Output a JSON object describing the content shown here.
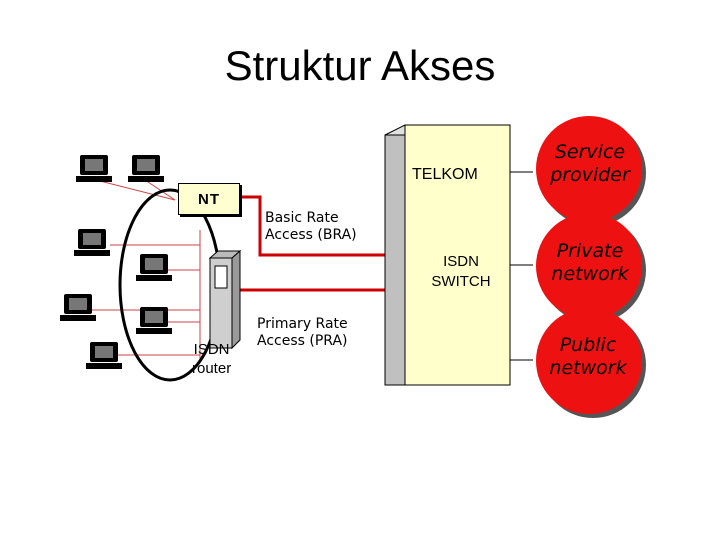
{
  "title": "Struktur Akses",
  "nt_label": "NT",
  "bra_label": [
    "Basic Rate",
    "Access (BRA)"
  ],
  "pra_label": [
    "Primary Rate",
    "Access (PRA)"
  ],
  "router_label": [
    "ISDN",
    "router"
  ],
  "telkom_label": "TELKOM",
  "switch_label": [
    "ISDN",
    "SWITCH"
  ],
  "clouds": [
    {
      "label": [
        "Service",
        "provider"
      ]
    },
    {
      "label": [
        "Private",
        "network"
      ]
    },
    {
      "label": [
        "Public",
        "network"
      ]
    }
  ],
  "colors": {
    "line_red": "#cc0000",
    "switch_fill": "#ffffcc",
    "cloud_fill": "#ee1111",
    "terminal_dark": "#000000"
  }
}
